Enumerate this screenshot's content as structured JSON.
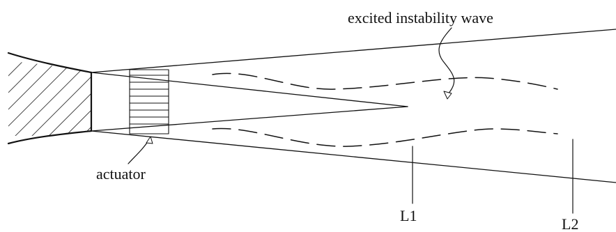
{
  "labels": {
    "wave": "excited instability wave",
    "actuator": "actuator",
    "station_1": "L1",
    "station_2": "L2"
  },
  "colors": {
    "stroke": "#111111",
    "background": "#ffffff"
  }
}
